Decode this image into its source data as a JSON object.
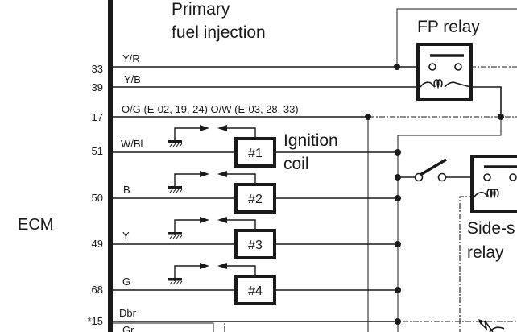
{
  "ecm": {
    "label": "ECM"
  },
  "section_title": {
    "line1": "Primary",
    "line2": "fuel injection"
  },
  "pins": [
    {
      "number": "33",
      "wire": "Y/R"
    },
    {
      "number": "39",
      "wire": "Y/B"
    },
    {
      "number": "17",
      "wire": "O/G (E-02, 19, 24) O/W (E-03, 28, 33)"
    },
    {
      "number": "51",
      "wire": "W/Bl"
    },
    {
      "number": "50",
      "wire": "B"
    },
    {
      "number": "49",
      "wire": "Y"
    },
    {
      "number": "68",
      "wire": "G"
    },
    {
      "number": "*15",
      "wire": "Dbr"
    },
    {
      "number": "",
      "wire": "Gr"
    }
  ],
  "components": {
    "fp_relay": {
      "label": "FP relay",
      "icon": "relay-icon"
    },
    "ignition_coil": {
      "label_line1": "Ignition",
      "label_line2": "coil"
    },
    "coils": [
      "#1",
      "#2",
      "#3",
      "#4"
    ],
    "side_stand_relay": {
      "label_line1": "Side-s",
      "label_line2": "relay",
      "icon": "relay-icon"
    },
    "switch": {
      "icon": "switch-icon"
    },
    "ground": {
      "icon": "ground-icon"
    },
    "spark": {
      "icon": "spark-arrow-icon"
    }
  }
}
